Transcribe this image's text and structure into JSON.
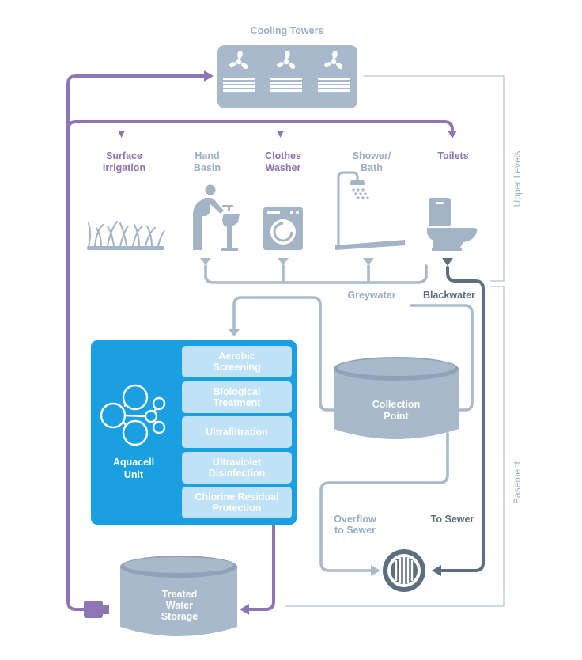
{
  "colors": {
    "purple": "#8d76b3",
    "grey": "#9aafc6",
    "dark": "#5d6e80",
    "blue": "#1aa0e2",
    "light_blue": "#bfe2f6",
    "line_grey": "#a9bacb"
  },
  "cooling_towers": {
    "label": "Cooling Towers",
    "fans": [
      "fan-icon",
      "fan-icon",
      "fan-icon"
    ]
  },
  "fixtures": {
    "surface_irrigation": {
      "line1": "Surface",
      "line2": "Irrigation",
      "icon": "grass-icon"
    },
    "hand_basin": {
      "line1": "Hand",
      "line2": "Basin",
      "icon": "hand-washing-icon"
    },
    "clothes_washer": {
      "line1": "Clothes",
      "line2": "Washer",
      "icon": "washing-machine-icon"
    },
    "shower_bath": {
      "line1": "Shower/",
      "line2": "Bath",
      "icon": "shower-icon"
    },
    "toilets": {
      "line1": "Toilets",
      "icon": "toilet-icon"
    }
  },
  "flows": {
    "greywater": "Greywater",
    "blackwater": "Blackwater",
    "overflow_line1": "Overflow",
    "overflow_line2": "to Sewer",
    "to_sewer": "To Sewer"
  },
  "collection_point": {
    "line1": "Collection",
    "line2": "Point"
  },
  "aquacell": {
    "line1": "Aquacell",
    "line2": "Unit",
    "icon": "molecule-icon",
    "stages": [
      {
        "line1": "Aerobic",
        "line2": "Screening"
      },
      {
        "line1": "Biological",
        "line2": "Treatment"
      },
      {
        "line1": "Ultrafiltration",
        "line2": ""
      },
      {
        "line1": "Ultraviolet",
        "line2": "Disinfection"
      },
      {
        "line1": "Chlorine Residual",
        "line2": "Protection"
      }
    ]
  },
  "storage": {
    "line1": "Treated",
    "line2": "Water",
    "line3": "Storage"
  },
  "levels": {
    "upper": "Upper Levels",
    "basement": "Basement"
  }
}
